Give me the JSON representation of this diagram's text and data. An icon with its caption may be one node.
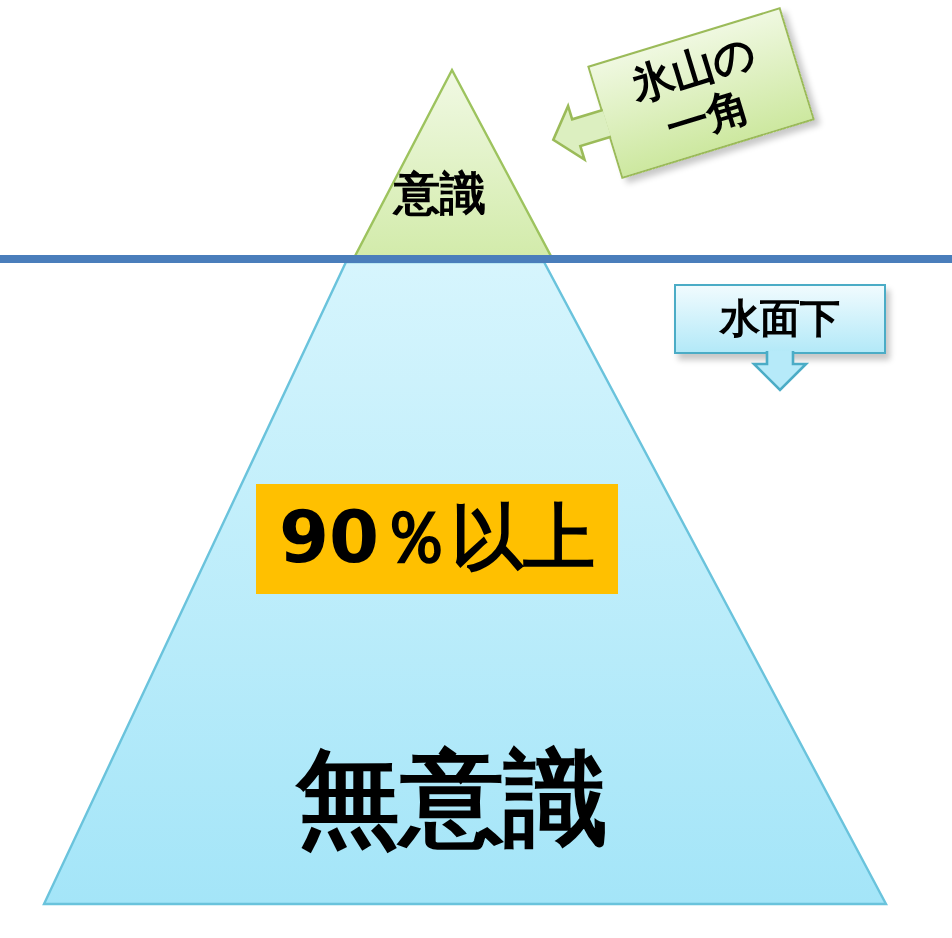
{
  "diagram": {
    "nodes": [
      {
        "text": [
          "意識"
        ]
      },
      {
        "text": [
          "氷山の一角"
        ]
      },
      {
        "text": [
          "水面下"
        ]
      },
      {
        "text": [
          "無意識"
        ]
      },
      {
        "text": [
          "90％以上"
        ],
        "in": 3
      }
    ],
    "edges": [
      {
        "from": 1,
        "to": null,
        "arrow": "to"
      },
      {
        "from": 2,
        "to": null,
        "arrow": "to"
      }
    ]
  }
}
